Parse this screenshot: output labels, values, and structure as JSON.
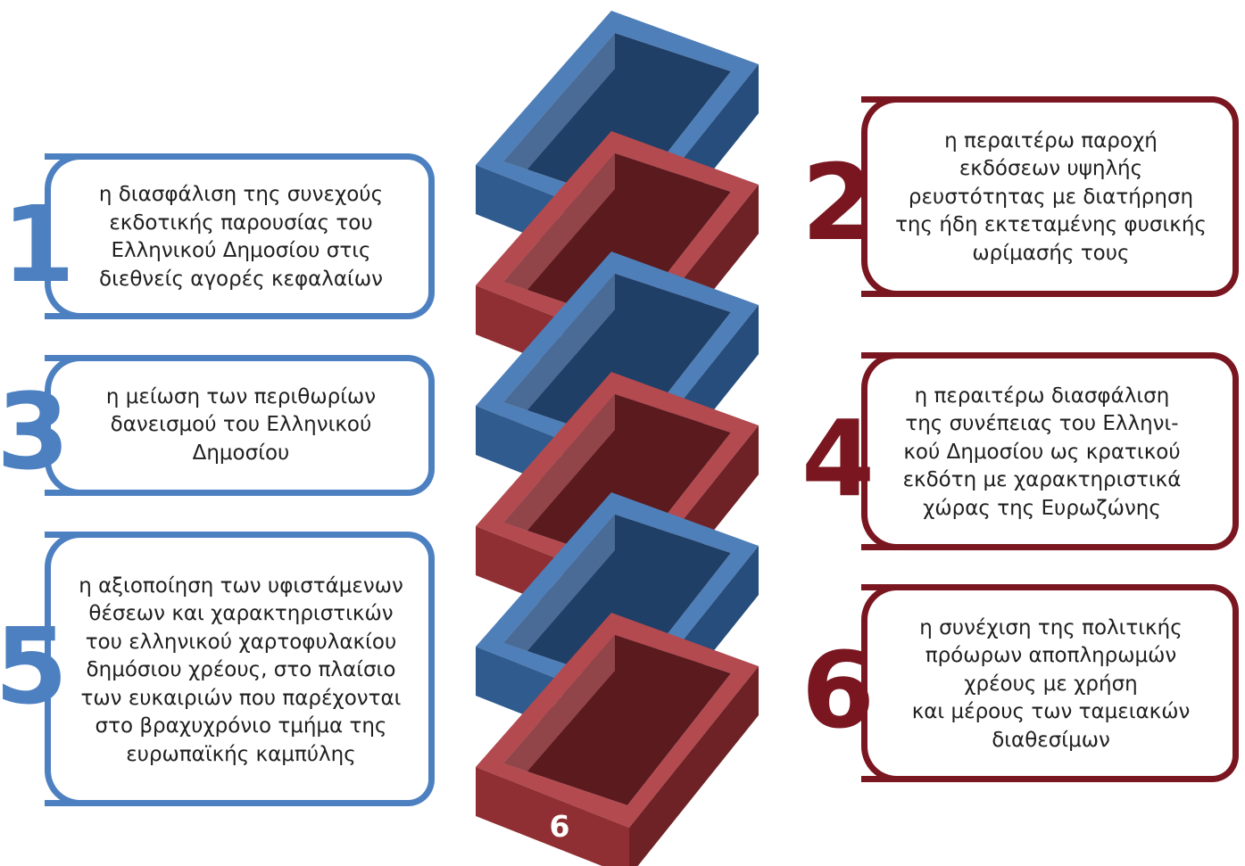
{
  "colors": {
    "blue": "#4d80c1",
    "red": "#7a1620",
    "tier_blue": "#2f5b8f",
    "tier_red": "#a33a3f"
  },
  "tiers": [
    {
      "label": "1",
      "color": "blue"
    },
    {
      "label": "2",
      "color": "red"
    },
    {
      "label": "3",
      "color": "blue"
    },
    {
      "label": "4",
      "color": "red"
    },
    {
      "label": "5",
      "color": "blue"
    },
    {
      "label": "6",
      "color": "red"
    }
  ],
  "items": [
    {
      "number": "1",
      "text": "η διασφάλιση της συνεχούς\nεκδοτικής παρουσίας του\nΕλληνικού Δημοσίου στις\nδιεθνείς αγορές κεφαλαίων"
    },
    {
      "number": "2",
      "text": "η περαιτέρω παροχή\nεκδόσεων υψηλής\nρευστότητας με διατήρηση\nτης ήδη εκτεταμένης φυσικής\nωρίμασής τους"
    },
    {
      "number": "3",
      "text": "η μείωση των περιθωρίων\nδανεισμού του Ελληνικού\nΔημοσίου"
    },
    {
      "number": "4",
      "text": "η περαιτέρω διασφάλιση\nτης συνέπειας του Ελληνι-\nκού Δημοσίου ως κρατικού\nεκδότη με χαρακτηριστικά\nχώρας της Ευρωζώνης"
    },
    {
      "number": "5",
      "text": "η αξιοποίηση των υφιστάμενων\nθέσεων και χαρακτηριστικών\nτου ελληνικού χαρτοφυλακίου\nδημόσιου χρέους, στο πλαίσιο\nτων ευκαιριών που παρέχονται\nστο βραχυχρόνιο τμήμα της\nευρωπαϊκής καμπύλης"
    },
    {
      "number": "6",
      "text": "η συνέχιση της πολιτικής\nπρόωρων αποπληρωμών\nχρέους με χρήση\nκαι μέρους των ταμειακών\nδιαθεσίμων"
    }
  ]
}
